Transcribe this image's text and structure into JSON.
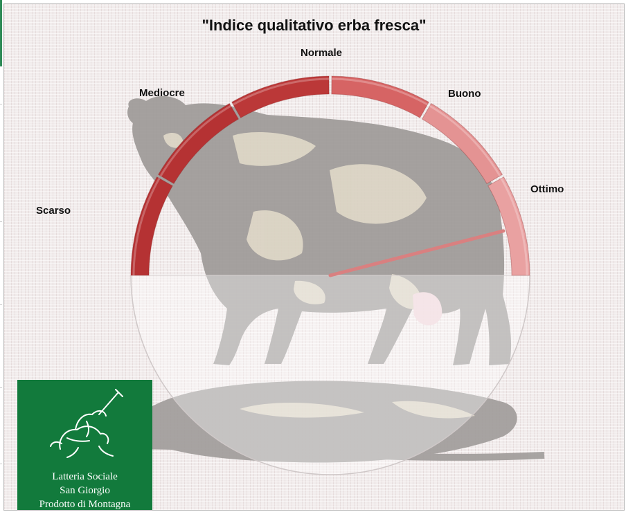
{
  "chart_data": {
    "type": "gauge",
    "title": "\"Indice qualitativo erba fresca\"",
    "categories": [
      "Scarso",
      "Mediocre",
      "Normale",
      "Buono",
      "Ottimo"
    ],
    "bands": [
      {
        "color": "#b53233"
      },
      {
        "color": "#b53233"
      },
      {
        "color": "#bb3838"
      },
      {
        "color": "#d66464"
      },
      {
        "color": "#e49393"
      },
      {
        "color": "#e9a1a1"
      }
    ],
    "needle_value": 0.92,
    "needle_color": "#d98080"
  },
  "logo": {
    "line1": "Latteria Sociale",
    "line2": "San Giorgio",
    "line3": "Prodotto di Montagna"
  },
  "colors": {
    "logo_bg": "#127a3c",
    "background": "#f1ecec",
    "cow": "#9e9a98"
  }
}
